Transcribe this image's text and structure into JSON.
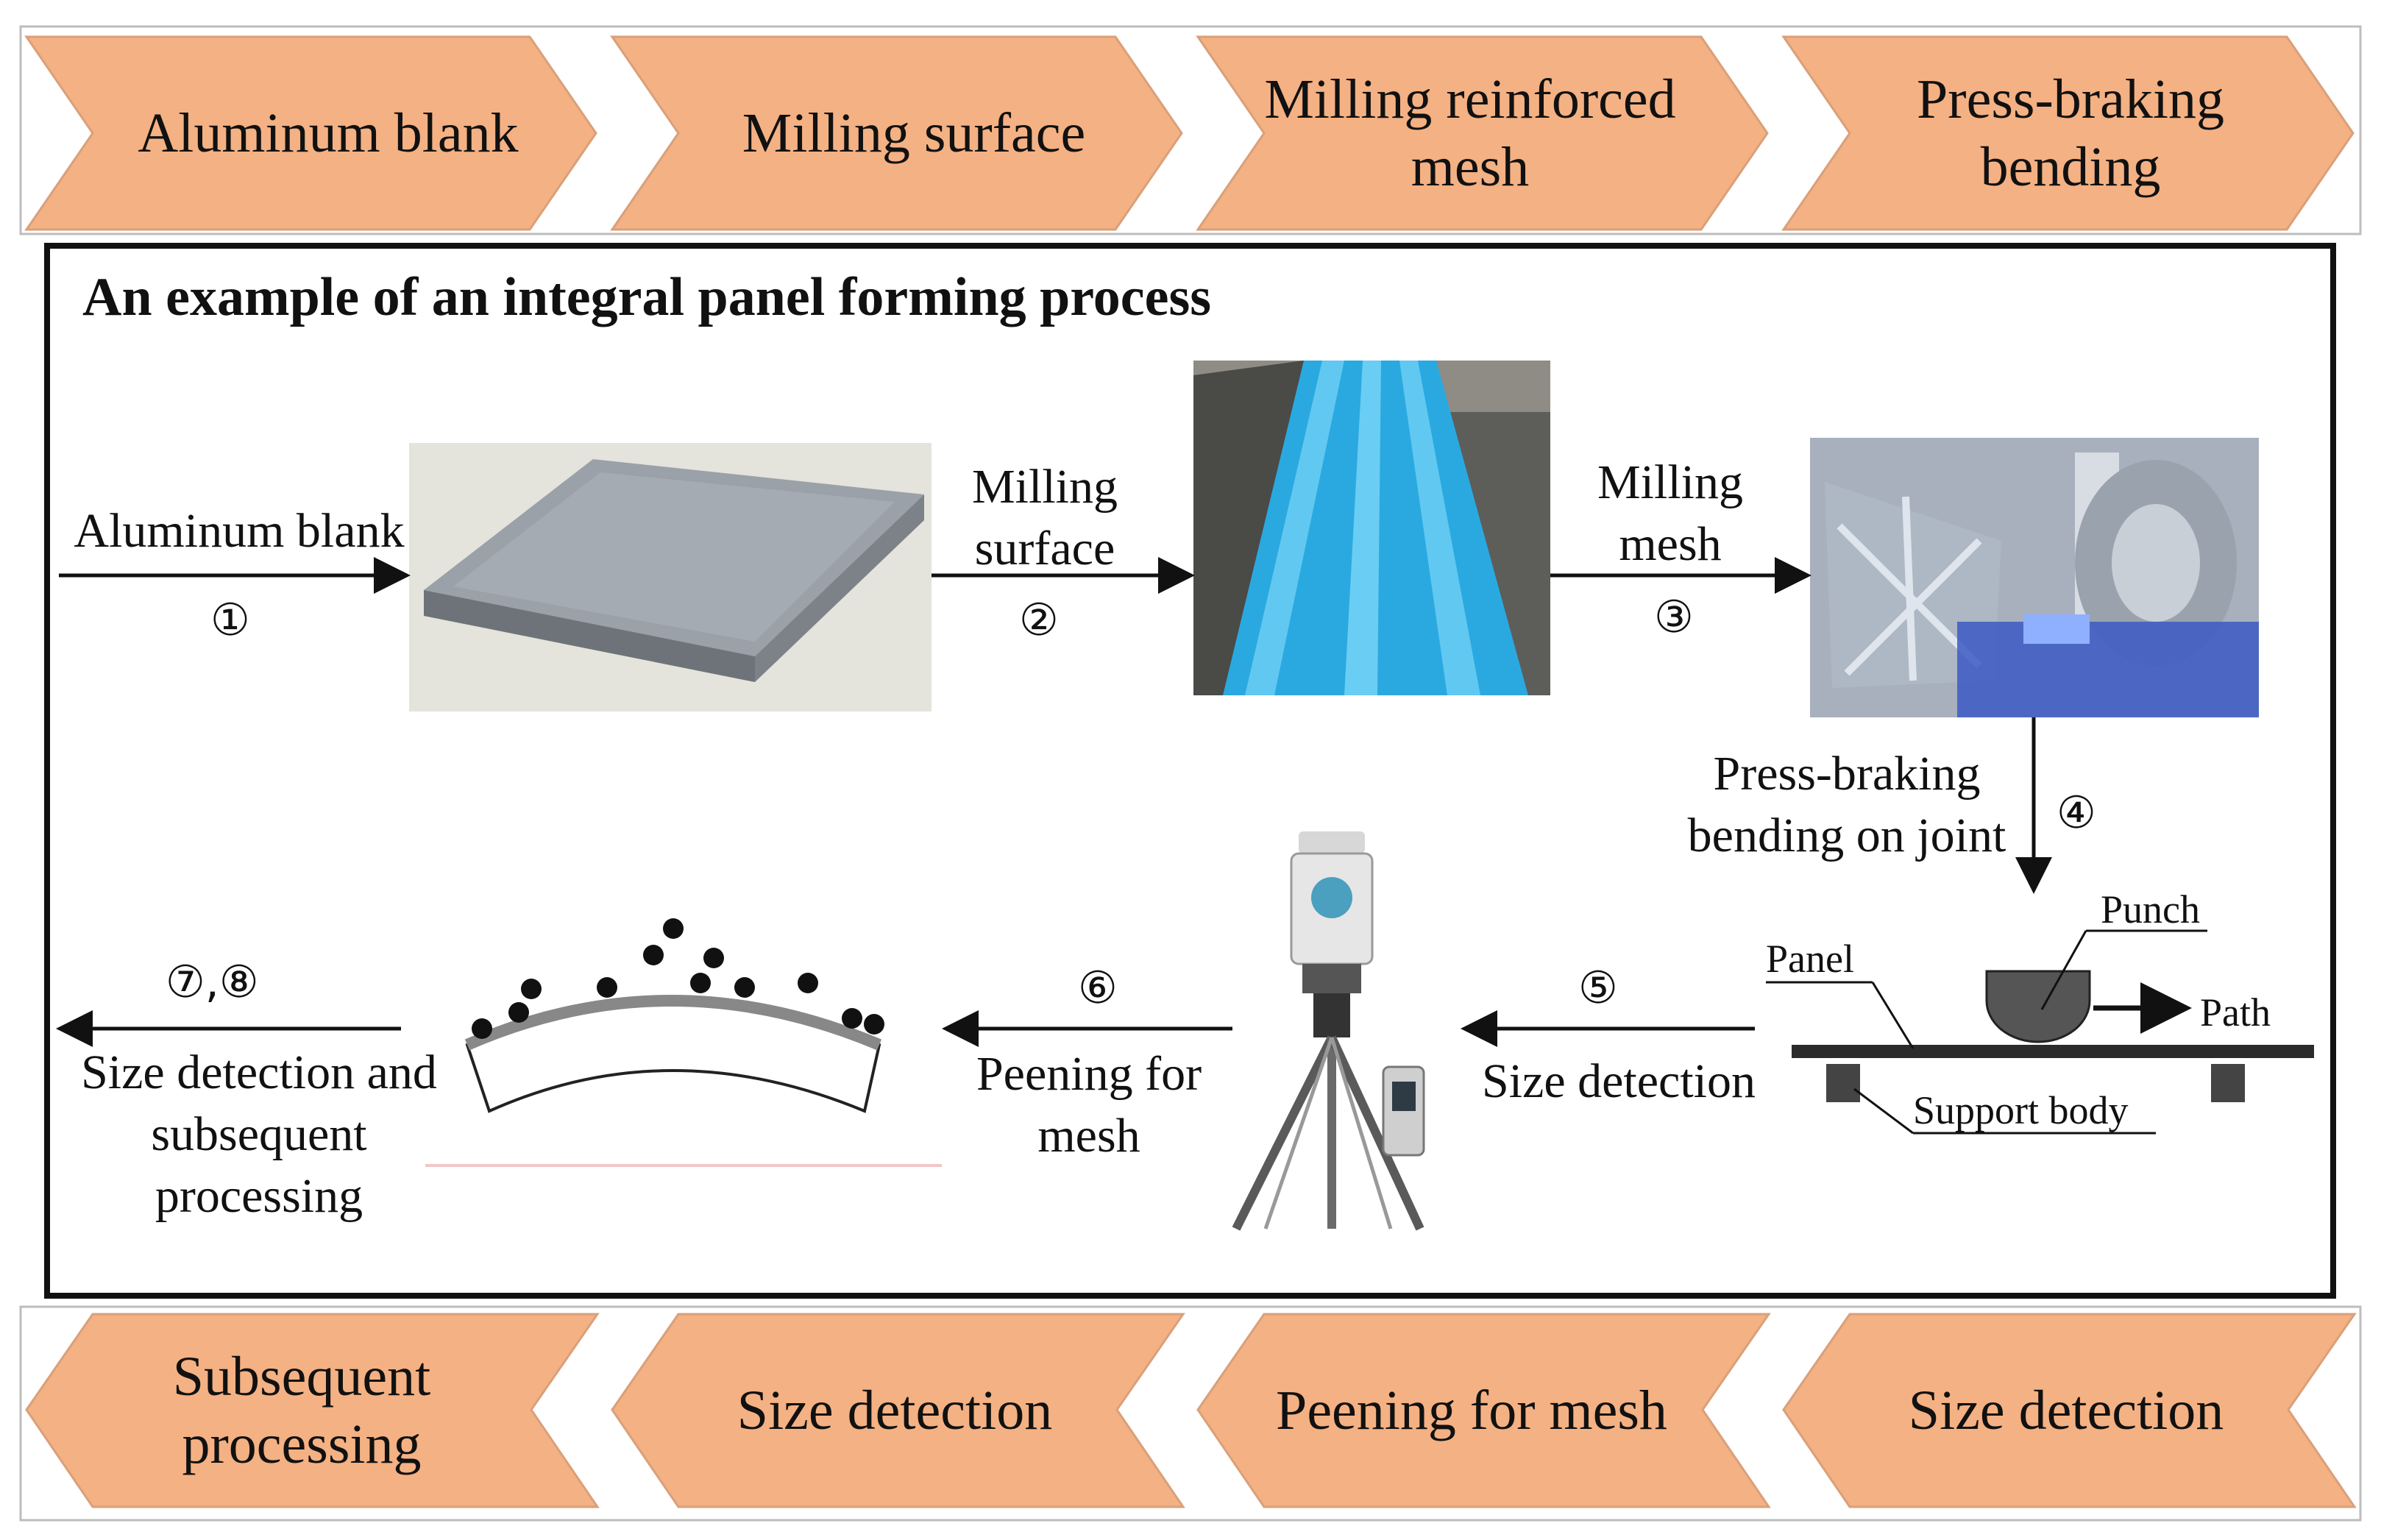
{
  "top_steps": [
    {
      "label": "Aluminum blank"
    },
    {
      "label": "Milling surface"
    },
    {
      "label": "Milling reinforced mesh"
    },
    {
      "label": "Press-braking bending"
    }
  ],
  "bottom_steps": [
    {
      "label": "Subsequent processing"
    },
    {
      "label": "Size detection"
    },
    {
      "label": "Peening for mesh"
    },
    {
      "label": "Size detection"
    }
  ],
  "example": {
    "title": "An example of an integral panel forming process",
    "step1": {
      "label": "Aluminum blank",
      "num": "①"
    },
    "step2": {
      "label": "Milling surface",
      "num": "②"
    },
    "step3": {
      "label": "Milling mesh",
      "num": "③"
    },
    "step4": {
      "label": "Press-braking bending on joint",
      "num": "④"
    },
    "step5": {
      "label": "Size detection",
      "num": "⑤"
    },
    "step6": {
      "label": "Peening for mesh",
      "num": "⑥"
    },
    "step78": {
      "label": "Size detection and subsequent processing",
      "num": "⑦,⑧"
    },
    "press": {
      "punch": "Punch",
      "path": "Path",
      "panel": "Panel",
      "support": "Support body"
    }
  },
  "colors": {
    "chevron_fill": "#f4b183",
    "chevron_stroke": "#d9a07a",
    "milled_blue": "#2aa9e0"
  }
}
